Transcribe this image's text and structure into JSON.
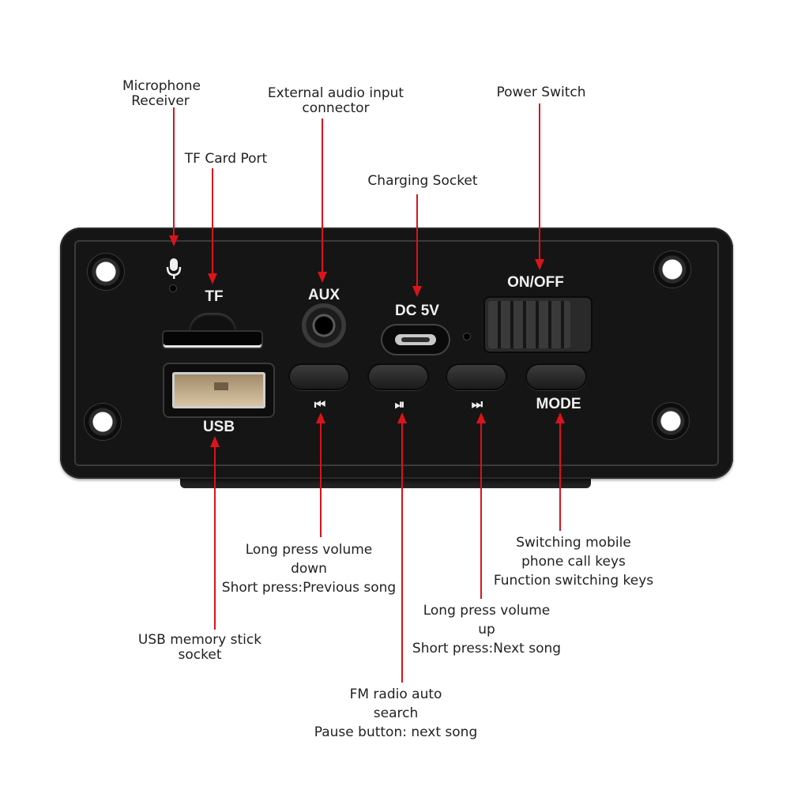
{
  "callouts": {
    "microphone": [
      "Microphone",
      "Receiver"
    ],
    "tf_card": "TF Card Port",
    "aux_input": [
      "External audio input",
      "connector"
    ],
    "charging": "Charging Socket",
    "power_switch": "Power Switch",
    "prev": [
      "Long press volume",
      "down",
      "Short press:Previous song"
    ],
    "play_pause": [
      "FM radio auto",
      "search",
      "Pause button: next song"
    ],
    "next": [
      "Long press volume",
      "up",
      "Short press:Next song"
    ],
    "mode": [
      "Switching mobile",
      "phone call keys",
      "Function switching keys"
    ],
    "usb": [
      "USB memory stick",
      "socket"
    ]
  },
  "panel": {
    "tf_label": "TF",
    "aux_label": "AUX",
    "dc_label": "DC 5V",
    "onoff_label": "ON/OFF",
    "usb_label": "USB",
    "mode_label": "MODE",
    "prev_icon": "⏮",
    "play_icon": "⏯",
    "next_icon": "⏭",
    "mic_icon": "🎙"
  },
  "colors": {
    "arrow": "#d9141b",
    "panel": "#151515"
  }
}
